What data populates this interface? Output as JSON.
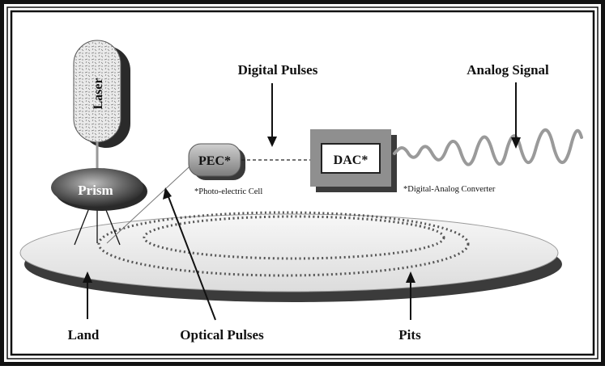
{
  "colors": {
    "frame": "#111111",
    "disc_top": "#eeeeee",
    "disc_shadow": "#3b3b3b",
    "pit_dots": "#555555",
    "dac_outer": "#8f8f8f",
    "dac_inner": "#ffffff",
    "signal_wave": "#9a9a9a",
    "pec_fill": "#9b9b9b",
    "prism_fill": "#555555",
    "laser_fill": "#e6e6e6"
  },
  "components": {
    "laser": {
      "label": "Laser"
    },
    "prism": {
      "label": "Prism"
    },
    "pec": {
      "label": "PEC*",
      "footnote": "*Photo-electric Cell"
    },
    "dac": {
      "label": "DAC*",
      "footnote": "*Digital-Analog Converter"
    }
  },
  "callouts": {
    "digital_pulses": "Digital Pulses",
    "analog_signal": "Analog Signal",
    "land": "Land",
    "optical_pulses": "Optical Pulses",
    "pits": "Pits"
  }
}
